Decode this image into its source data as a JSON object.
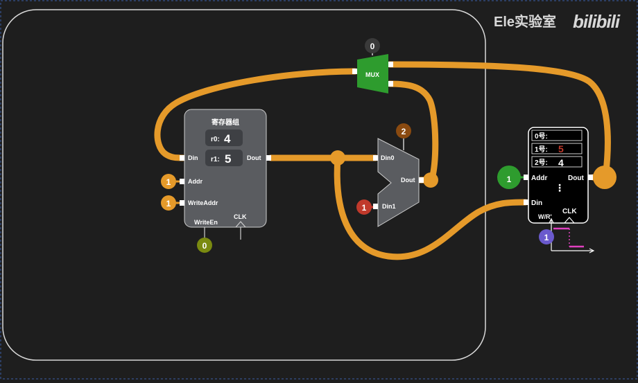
{
  "watermark": {
    "brand": "Ele实验室",
    "site": "bilibili"
  },
  "register_file": {
    "title": "寄存器组",
    "r0_label": "r0:",
    "r0_value": "4",
    "r1_label": "r1:",
    "r1_value": "5",
    "pin_din": "Din",
    "pin_dout": "Dout",
    "pin_addr": "Addr",
    "pin_write_addr": "WriteAddr",
    "pin_write_en": "WriteEn",
    "pin_clk": "CLK"
  },
  "inputs": {
    "addr": "1",
    "write_addr": "1",
    "write_en": "0"
  },
  "mux": {
    "label": "MUX",
    "select": "0"
  },
  "alu": {
    "pin_din0": "Din0",
    "pin_din1": "Din1",
    "pin_dout": "Dout",
    "control": "2",
    "din1_value": "1"
  },
  "memory": {
    "rows": [
      {
        "label": "0号:",
        "value": ""
      },
      {
        "label": "1号:",
        "value": "5"
      },
      {
        "label": "2号:",
        "value": "4"
      }
    ],
    "ellipsis": "⋮",
    "pin_addr": "Addr",
    "pin_din": "Din",
    "pin_dout": "Dout",
    "pin_wr": "W/R'",
    "pin_clk": "CLK",
    "addr_value": "1",
    "wr_value": "1"
  },
  "colors": {
    "wire": "#e59a2a",
    "mux": "#2e9c2e",
    "badge_green": "#2e9c2e",
    "badge_red": "#c0392b",
    "badge_brown": "#8a4a10",
    "badge_olive": "#7a8a10",
    "badge_purple": "#6a5acd",
    "badge_dark": "#3a3a3a",
    "pulse": "#e040c0"
  }
}
